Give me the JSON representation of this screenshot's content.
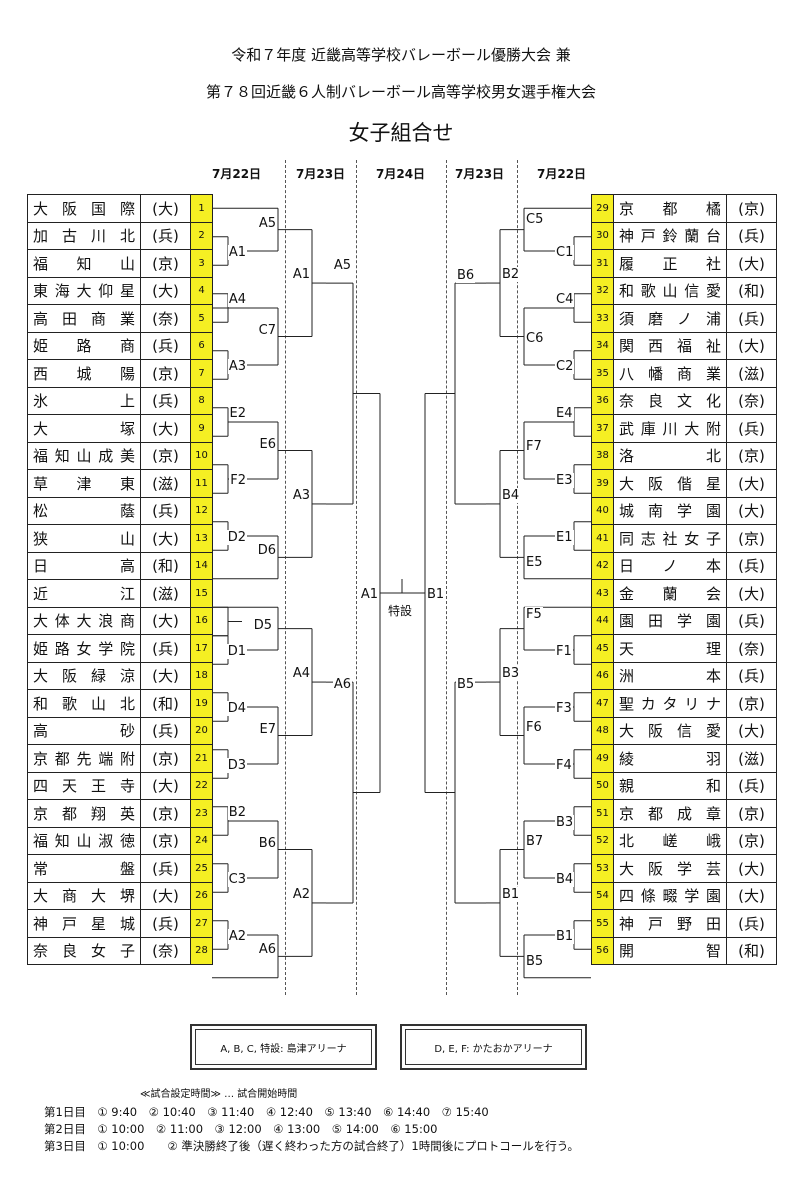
{
  "header": {
    "line1": "令和７年度 近畿高等学校バレーボール優勝大会 兼",
    "line2": "第７８回近畿６人制バレーボール高等学校男女選手権大会",
    "title": "女子組合せ"
  },
  "dates": {
    "left_r1": "7月22日",
    "left_r2": "7月23日",
    "final": "7月24日",
    "right_r2": "7月23日",
    "right_r1": "7月22日"
  },
  "left_teams": [
    {
      "name": "大阪国際",
      "pref": "(大)",
      "seed": "1"
    },
    {
      "name": "加古川北",
      "pref": "(兵)",
      "seed": "2"
    },
    {
      "name": "福知山",
      "pref": "(京)",
      "seed": "3"
    },
    {
      "name": "東海大仰星",
      "pref": "(大)",
      "seed": "4"
    },
    {
      "name": "高田商業",
      "pref": "(奈)",
      "seed": "5"
    },
    {
      "name": "姫路商",
      "pref": "(兵)",
      "seed": "6"
    },
    {
      "name": "西城陽",
      "pref": "(京)",
      "seed": "7"
    },
    {
      "name": "氷上",
      "pref": "(兵)",
      "seed": "8"
    },
    {
      "name": "大塚",
      "pref": "(大)",
      "seed": "9"
    },
    {
      "name": "福知山成美",
      "pref": "(京)",
      "seed": "10"
    },
    {
      "name": "草津東",
      "pref": "(滋)",
      "seed": "11"
    },
    {
      "name": "松蔭",
      "pref": "(兵)",
      "seed": "12"
    },
    {
      "name": "狭山",
      "pref": "(大)",
      "seed": "13"
    },
    {
      "name": "日高",
      "pref": "(和)",
      "seed": "14"
    },
    {
      "name": "近江",
      "pref": "(滋)",
      "seed": "15"
    },
    {
      "name": "大体大浪商",
      "pref": "(大)",
      "seed": "16"
    },
    {
      "name": "姫路女学院",
      "pref": "(兵)",
      "seed": "17"
    },
    {
      "name": "大阪緑涼",
      "pref": "(大)",
      "seed": "18"
    },
    {
      "name": "和歌山北",
      "pref": "(和)",
      "seed": "19"
    },
    {
      "name": "高砂",
      "pref": "(兵)",
      "seed": "20"
    },
    {
      "name": "京都先端附",
      "pref": "(京)",
      "seed": "21"
    },
    {
      "name": "四天王寺",
      "pref": "(大)",
      "seed": "22"
    },
    {
      "name": "京都翔英",
      "pref": "(京)",
      "seed": "23"
    },
    {
      "name": "福知山淑徳",
      "pref": "(京)",
      "seed": "24"
    },
    {
      "name": "常盤",
      "pref": "(兵)",
      "seed": "25"
    },
    {
      "name": "大商大堺",
      "pref": "(大)",
      "seed": "26"
    },
    {
      "name": "神戸星城",
      "pref": "(兵)",
      "seed": "27"
    },
    {
      "name": "奈良女子",
      "pref": "(奈)",
      "seed": "28"
    }
  ],
  "right_teams": [
    {
      "name": "京都橘",
      "pref": "(京)",
      "seed": "29"
    },
    {
      "name": "神戸鈴蘭台",
      "pref": "(兵)",
      "seed": "30"
    },
    {
      "name": "履正社",
      "pref": "(大)",
      "seed": "31"
    },
    {
      "name": "和歌山信愛",
      "pref": "(和)",
      "seed": "32"
    },
    {
      "name": "須磨ノ浦",
      "pref": "(兵)",
      "seed": "33"
    },
    {
      "name": "関西福祉",
      "pref": "(大)",
      "seed": "34"
    },
    {
      "name": "八幡商業",
      "pref": "(滋)",
      "seed": "35"
    },
    {
      "name": "奈良文化",
      "pref": "(奈)",
      "seed": "36"
    },
    {
      "name": "武庫川大附",
      "pref": "(兵)",
      "seed": "37"
    },
    {
      "name": "洛北",
      "pref": "(京)",
      "seed": "38"
    },
    {
      "name": "大阪偕星",
      "pref": "(大)",
      "seed": "39"
    },
    {
      "name": "城南学園",
      "pref": "(大)",
      "seed": "40"
    },
    {
      "name": "同志社女子",
      "pref": "(京)",
      "seed": "41"
    },
    {
      "name": "日ノ本",
      "pref": "(兵)",
      "seed": "42"
    },
    {
      "name": "金蘭会",
      "pref": "(大)",
      "seed": "43"
    },
    {
      "name": "園田学園",
      "pref": "(兵)",
      "seed": "44"
    },
    {
      "name": "天理",
      "pref": "(奈)",
      "seed": "45"
    },
    {
      "name": "洲本",
      "pref": "(兵)",
      "seed": "46"
    },
    {
      "name": "聖カタリナ",
      "pref": "(京)",
      "seed": "47"
    },
    {
      "name": "大阪信愛",
      "pref": "(大)",
      "seed": "48"
    },
    {
      "name": "綾羽",
      "pref": "(滋)",
      "seed": "49"
    },
    {
      "name": "親和",
      "pref": "(兵)",
      "seed": "50"
    },
    {
      "name": "京都成章",
      "pref": "(京)",
      "seed": "51"
    },
    {
      "name": "北嵯峨",
      "pref": "(京)",
      "seed": "52"
    },
    {
      "name": "大阪学芸",
      "pref": "(大)",
      "seed": "53"
    },
    {
      "name": "四條畷学園",
      "pref": "(大)",
      "seed": "54"
    },
    {
      "name": "神戸野田",
      "pref": "(兵)",
      "seed": "55"
    },
    {
      "name": "開智",
      "pref": "(和)",
      "seed": "56"
    }
  ],
  "left_matches": {
    "pre": [
      "A1",
      "A3",
      "F2",
      "D2",
      "D1",
      "D4",
      "D3",
      "C3",
      "A2"
    ],
    "r1": [
      "A5",
      "A4",
      "C7",
      "E2",
      "E6",
      "D6",
      "D5",
      "E7",
      "B2",
      "B6",
      "A6"
    ],
    "r2": [
      "A1",
      "A3",
      "A4",
      "A2"
    ],
    "r3": [
      "A5",
      "A6"
    ],
    "semi": "A1"
  },
  "right_matches": {
    "pre": [
      "C1",
      "C2",
      "E3",
      "E1",
      "F1",
      "F3",
      "F4",
      "B3",
      "B4",
      "B1"
    ],
    "r1": [
      "C5",
      "C4",
      "C6",
      "E4",
      "F7",
      "E5",
      "F5",
      "F6",
      "B7",
      "B5"
    ],
    "r2": [
      "B2",
      "B4",
      "B3",
      "B1"
    ],
    "r3": [
      "B6",
      "B5"
    ],
    "semi": "B1"
  },
  "final_label": "特設",
  "venues": {
    "left": "A, B, C, 特設: 島津アリーナ",
    "right": "D, E, F: かたおかアリーナ"
  },
  "schedule": {
    "note": "≪試合設定時間≫ … 試合開始時間",
    "day1": "第1日目　① 9:40　② 10:40　③ 11:40　④ 12:40　⑤ 13:40　⑥ 14:40　⑦ 15:40",
    "day2": "第2日目　① 10:00　② 11:00　③ 12:00　④ 13:00　⑤ 14:00　⑥ 15:00",
    "day3": "第3日目　① 10:00　　② 準決勝終了後（遅く終わった方の試合終了）1時間後にプロトコールを行う。"
  }
}
